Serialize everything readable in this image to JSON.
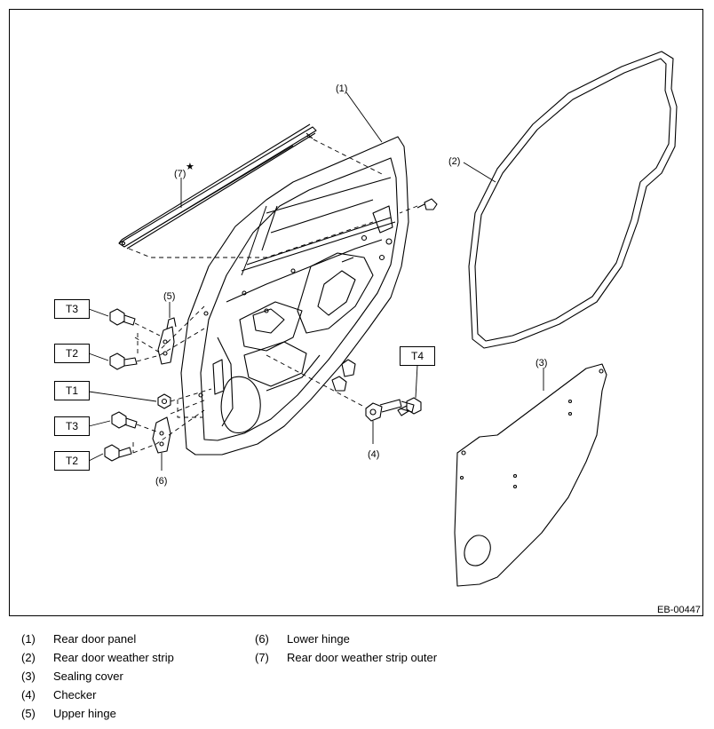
{
  "diagram": {
    "code": "EB-00447",
    "callouts": {
      "c1": "(1)",
      "c2": "(2)",
      "c3": "(3)",
      "c4": "(4)",
      "c5": "(5)",
      "c6": "(6)",
      "c7": "(7)"
    },
    "star": "★",
    "torques": {
      "t3_upper": "T3",
      "t2_upper": "T2",
      "t1": "T1",
      "t3_lower": "T3",
      "t2_lower": "T2",
      "t4": "T4"
    }
  },
  "legend": [
    {
      "num": "(1)",
      "name": "Rear door panel"
    },
    {
      "num": "(2)",
      "name": "Rear door weather strip"
    },
    {
      "num": "(3)",
      "name": "Sealing cover"
    },
    {
      "num": "(4)",
      "name": "Checker"
    },
    {
      "num": "(5)",
      "name": "Upper hinge"
    },
    {
      "num": "(6)",
      "name": "Lower hinge"
    },
    {
      "num": "(7)",
      "name": "Rear door weather strip outer"
    }
  ]
}
